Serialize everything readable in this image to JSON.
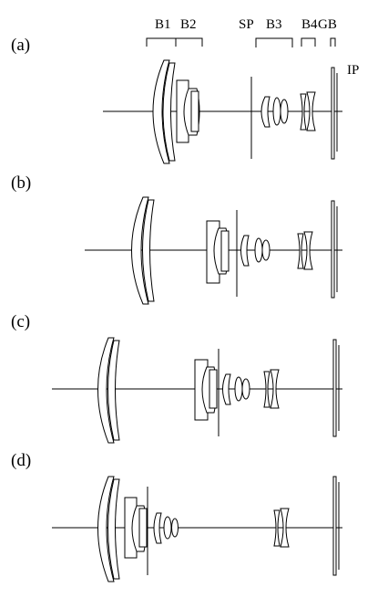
{
  "figure": {
    "group_labels": {
      "b1": "B1",
      "b2": "B2",
      "sp": "SP",
      "b3": "B3",
      "b4": "B4",
      "gb": "GB",
      "ip": "IP"
    },
    "panels": [
      {
        "label": "(a)"
      },
      {
        "label": "(b)"
      },
      {
        "label": "(c)"
      },
      {
        "label": "(d)"
      }
    ]
  }
}
